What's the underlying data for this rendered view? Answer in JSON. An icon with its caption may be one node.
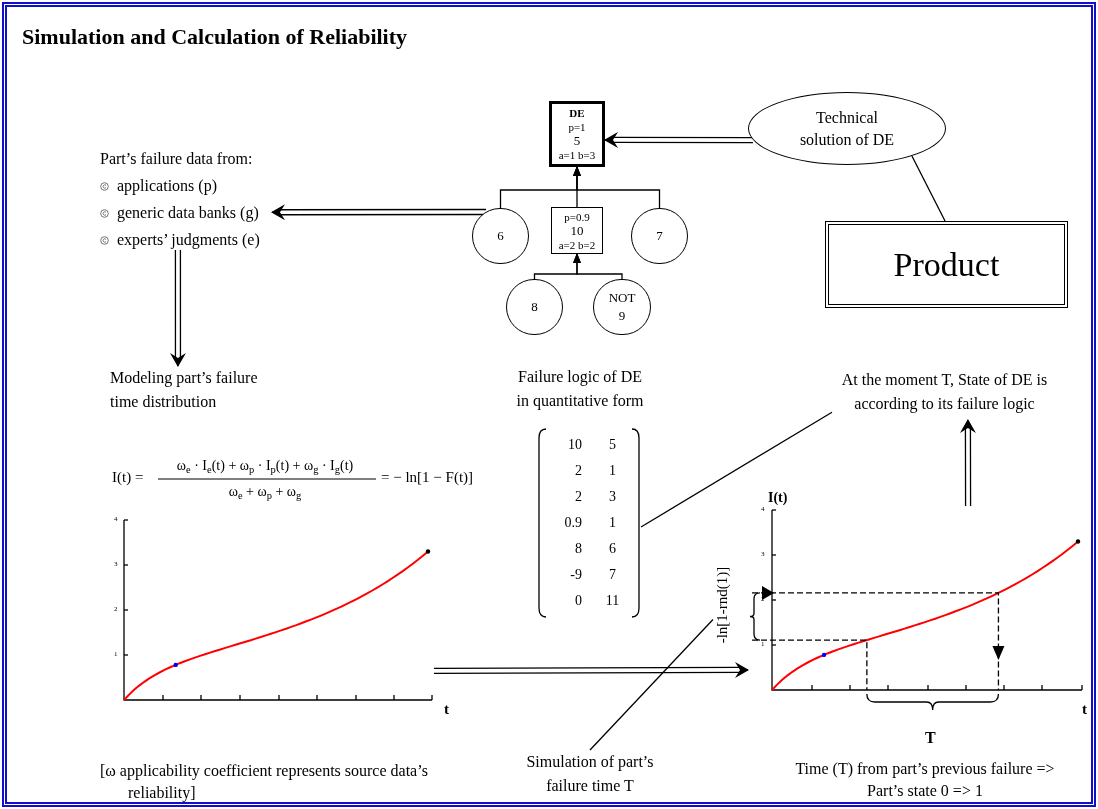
{
  "diagram": {
    "title": "Simulation and Calculation of Reliability",
    "nodes": [
      {
        "text": [
          "DE",
          "p=1",
          "5",
          "a=1 b=3"
        ]
      },
      {
        "text": [
          "6"
        ]
      },
      {
        "text": [
          "p=0.9",
          "10",
          "a=2 b=2"
        ]
      },
      {
        "text": [
          "7"
        ]
      },
      {
        "text": [
          "8"
        ]
      },
      {
        "text": [
          "NOT 9"
        ]
      },
      {
        "text": [
          "Technical solution of DE"
        ]
      },
      {
        "text": [
          "Product"
        ]
      },
      {
        "text": [
          "Part’s failure data from:",
          "applications (p)",
          "generic data banks (g)",
          "experts’ judgments (e)"
        ]
      },
      {
        "text": [
          "Modeling part’s failure time distribution"
        ]
      },
      {
        "text": [
          "Failure logic of DE in quantitative form"
        ]
      },
      {
        "text": [
          "10",
          "5",
          "2",
          "1",
          "2",
          "3",
          "0.9",
          "1",
          "8",
          "6",
          "-9",
          "7",
          "0",
          "11"
        ]
      },
      {
        "text": [
          "At the moment T, State of DE is according to its failure logic"
        ]
      },
      {
        "text": [],
        "shape": "chart"
      },
      {
        "text": [],
        "shape": "chart"
      },
      {
        "text": [
          "Simulation of part’s failure time T"
        ]
      },
      {
        "text": [
          "-ln[1-rnd(1)]"
        ]
      }
    ],
    "edges": [
      {
        "from": 1,
        "to": 0,
        "arrow": "to"
      },
      {
        "from": 2,
        "to": 0,
        "arrow": "to"
      },
      {
        "from": 3,
        "to": 0,
        "arrow": "to"
      },
      {
        "from": 4,
        "to": 2,
        "arrow": "to"
      },
      {
        "from": 5,
        "to": 2,
        "arrow": "to"
      },
      {
        "from": 6,
        "to": 0,
        "arrow": "to"
      },
      {
        "from": 1,
        "to": 8,
        "arrow": "to"
      },
      {
        "from": 8,
        "to": 9,
        "arrow": "to"
      },
      {
        "from": 13,
        "to": 14,
        "arrow": "to"
      },
      {
        "from": 14,
        "to": 12,
        "arrow": "to"
      },
      {
        "from": 6,
        "to": 7,
        "arrow": "none"
      },
      {
        "from": 11,
        "to": 12,
        "arrow": "none"
      },
      {
        "from": 15,
        "to": 16,
        "arrow": "none"
      }
    ],
    "labels": [
      "I(t) =",
      "ω$_{e}$ · I$_{e}$(t) + ω$_{p}$ · I$_{p}$(t) + ω$_{g}$ · I$_{g}$(t)",
      "ω$_{e}$ + ω$_{p}$ + ω$_{g}$",
      "= − ln[1 − F(t)]",
      "4",
      "3",
      "2",
      "1",
      "t",
      "I(t)",
      "4",
      "3",
      "2",
      "1",
      "t",
      "T",
      "[ω applicability coefficient represents source data’s reliability]",
      "Time (T) from part’s previous failure => Part’s state 0 => 1"
    ]
  }
}
